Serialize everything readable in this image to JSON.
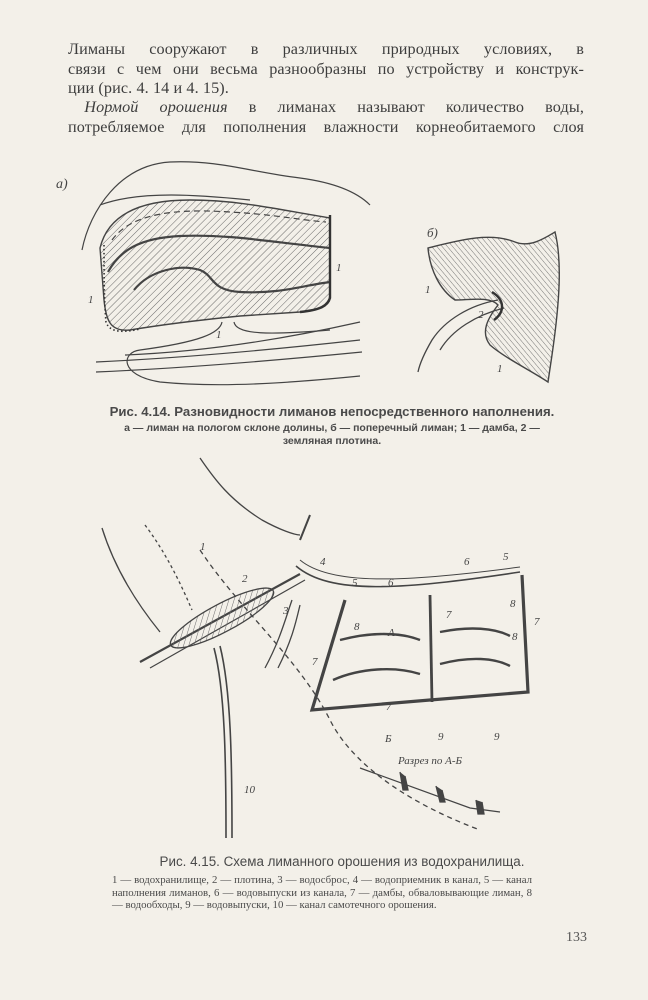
{
  "text": {
    "p1_lines": [
      "Лиманы сооружают в различных природных условиях, в",
      "связи с чем они весьма разнообразны по устройству и конструк-",
      "ции (рис. 4. 14 и 4. 15)."
    ],
    "p2_term": "Нормой орошения",
    "p2_line1_rest": " в лиманах называют количество воды,",
    "p2_line2": "потребляемое для пополнения влажности корнеобитаемого слоя"
  },
  "fig14": {
    "label_a": "а)",
    "label_b": "б)",
    "num_1": "1",
    "num_2": "2",
    "caption_title": "Рис. 4.14. Разновидности лиманов непосредственного наполнения.",
    "caption_body_line1": "а — лиман на пологом склоне долины, б — поперечный лиман; 1 — дамба, 2 —",
    "caption_body_line2": "земляная плотина."
  },
  "fig15": {
    "nums": [
      "1",
      "2",
      "3",
      "4",
      "5",
      "6",
      "7",
      "8",
      "9",
      "10"
    ],
    "letter_A": "А",
    "letter_B": "Б",
    "section_label": "Разрез по А-Б",
    "caption_title": "Рис. 4.15. Схема лиманного орошения из водохранилища.",
    "caption_body": "1 — водохранилище, 2 — плотина, 3 — водосброс, 4 — водоприемник в канал, 5 — канал наполнения лиманов, 6 — водовыпуски из канала, 7 — дамбы, обваловывающие лиман, 8 — водообходы, 9 — водовыпуски, 10 — канал самотечного орошения."
  },
  "page_number": "133",
  "colors": {
    "ink": "#3a3a3a",
    "paper": "#f3f0e9"
  }
}
